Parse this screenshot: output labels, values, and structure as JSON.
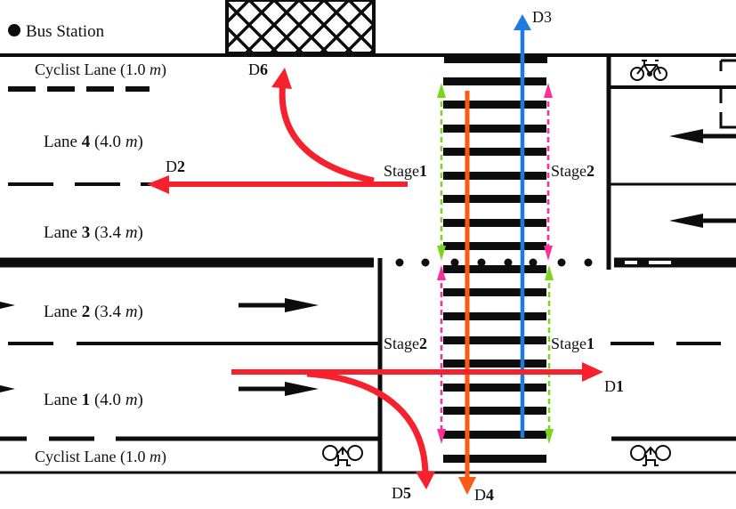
{
  "legend": {
    "bus_station": "Bus Station"
  },
  "lanes": {
    "cyclist_top": {
      "prefix": "Cyclist Lane (1.0 ",
      "unit": "m",
      "suffix": ")"
    },
    "lane4": {
      "prefix": "Lane ",
      "num": "4",
      "mid": " (4.0 ",
      "unit": "m",
      "suffix": ")"
    },
    "lane3": {
      "prefix": "Lane ",
      "num": "3",
      "mid": " (3.4 ",
      "unit": "m",
      "suffix": ")"
    },
    "lane2": {
      "prefix": "Lane ",
      "num": "2",
      "mid": " (3.4 ",
      "unit": "m",
      "suffix": ")"
    },
    "lane1": {
      "prefix": "Lane ",
      "num": "1",
      "mid": " (4.0 ",
      "unit": "m",
      "suffix": ")"
    },
    "cyclist_bottom": {
      "prefix": "Cyclist Lane (1.0 ",
      "unit": "m",
      "suffix": ")"
    }
  },
  "destinations": {
    "d1": {
      "letter": "D",
      "num": "1"
    },
    "d2": {
      "letter": "D",
      "num": "2"
    },
    "d3": {
      "letter": "D",
      "num": "3"
    },
    "d4": {
      "letter": "D",
      "num": "4"
    },
    "d5": {
      "letter": "D",
      "num": "5"
    },
    "d6": {
      "letter": "D",
      "num": "6"
    }
  },
  "stages": {
    "upper_left": {
      "word": "Stage",
      "num": "1"
    },
    "upper_right": {
      "word": "Stage",
      "num": "2"
    },
    "lower_left": {
      "word": "Stage",
      "num": "2"
    },
    "lower_right": {
      "word": "Stage",
      "num": "1"
    }
  },
  "colors": {
    "red_path": "#f5222d",
    "orange_path": "#fa5a14",
    "blue_path": "#1e7be0",
    "green_stage": "#7ed321",
    "magenta_stage": "#ff2d9b",
    "ink": "#0d0d0d"
  }
}
